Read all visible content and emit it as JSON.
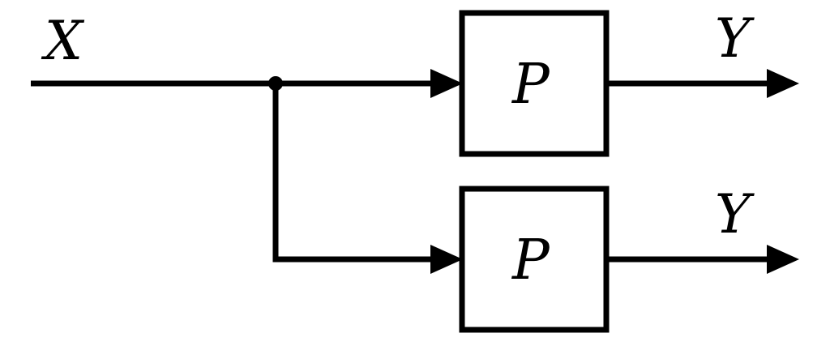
{
  "diagram": {
    "input_label": "X",
    "branches": [
      {
        "box_label": "P",
        "output_label": "Y"
      },
      {
        "box_label": "P",
        "output_label": "Y"
      }
    ],
    "colors": {
      "ink": "#000000",
      "background": "#ffffff"
    }
  }
}
